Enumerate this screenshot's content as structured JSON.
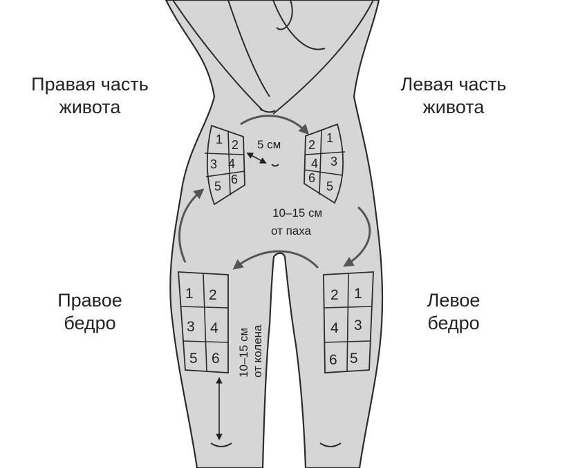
{
  "labels": {
    "right_abdomen_line1": "Правая часть",
    "right_abdomen_line2": "живота",
    "left_abdomen_line1": "Левая часть",
    "left_abdomen_line2": "живота",
    "right_thigh_line1": "Правое",
    "right_thigh_line2": "бедро",
    "left_thigh_line1": "Левое",
    "left_thigh_line2": "бедро"
  },
  "measurements": {
    "navel_distance": "5 см",
    "groin_distance_line1": "10–15 см",
    "groin_distance_line2": "от паха",
    "knee_distance_line1": "10–15 см",
    "knee_distance_line2": "от колена"
  },
  "zones": {
    "right_abdomen": [
      "1",
      "2",
      "3",
      "4",
      "5",
      "6"
    ],
    "left_abdomen": [
      "2",
      "1",
      "4",
      "3",
      "6",
      "5"
    ],
    "right_thigh": [
      "1",
      "2",
      "3",
      "4",
      "5",
      "6"
    ],
    "left_thigh": [
      "2",
      "1",
      "4",
      "3",
      "6",
      "5"
    ]
  },
  "colors": {
    "body_fill": "#d6d6d6",
    "outline": "#2b2b2b",
    "arrow": "#555555"
  }
}
